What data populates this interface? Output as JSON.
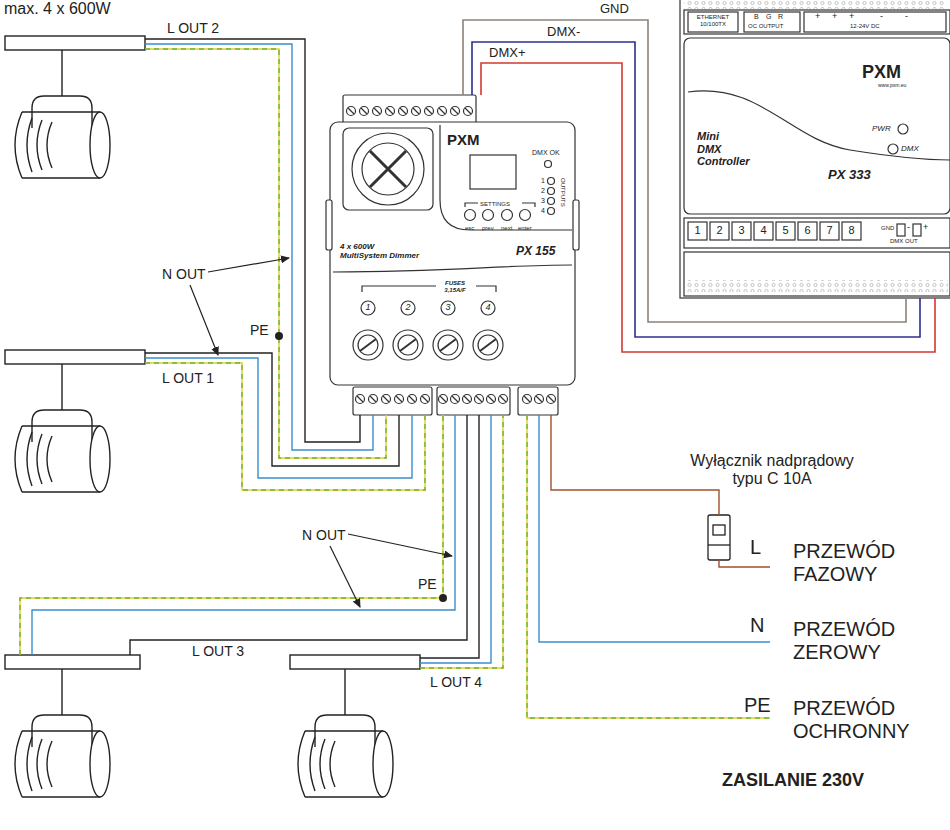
{
  "diagram": {
    "nodes": [
      {
        "text": [
          "PXM",
          "DMX OK",
          "SETTINGS",
          "esc",
          "prev",
          "next",
          "enter",
          "1",
          "2",
          "3",
          "4",
          "OUTPUTS",
          "4 x 600W MultiSystem Dimmer",
          "PX 155",
          "FUSES 3,15A/F",
          "1",
          "2",
          "3",
          "4"
        ]
      },
      {
        "text": [
          "ETHERNET 10/100TX",
          "B",
          "G",
          "R",
          "OC OUTPUT",
          "+",
          "+",
          "+",
          "-",
          "-",
          "12-24V DC",
          "PXM",
          "www.pxm.eu",
          "PWR",
          "DMX",
          "Mini DMX Controller",
          "PX 333",
          "1",
          "2",
          "3",
          "4",
          "5",
          "6",
          "7",
          "8",
          "GND",
          "-",
          "+",
          "DMX OUT"
        ]
      }
    ],
    "edges": [
      {
        "from": 1,
        "to": 0,
        "arrow": "none",
        "label": "GND"
      },
      {
        "from": 1,
        "to": 0,
        "arrow": "none",
        "label": "DMX-"
      },
      {
        "from": 1,
        "to": 0,
        "arrow": "none",
        "label": "DMX+"
      }
    ],
    "labels": [
      "max. 4 x 600W",
      "L OUT 2",
      "N OUT",
      "PE",
      "L OUT 1",
      "N OUT",
      "PE",
      "L OUT 3",
      "L OUT 4",
      "Wyłącznik nadprądowy typu C 10A",
      "L",
      "PRZEWÓD FAZOWY",
      "N",
      "PRZEWÓD ZEROWY",
      "PE",
      "PRZEWÓD OCHRONNY",
      "ZASILANIE 230V"
    ]
  }
}
